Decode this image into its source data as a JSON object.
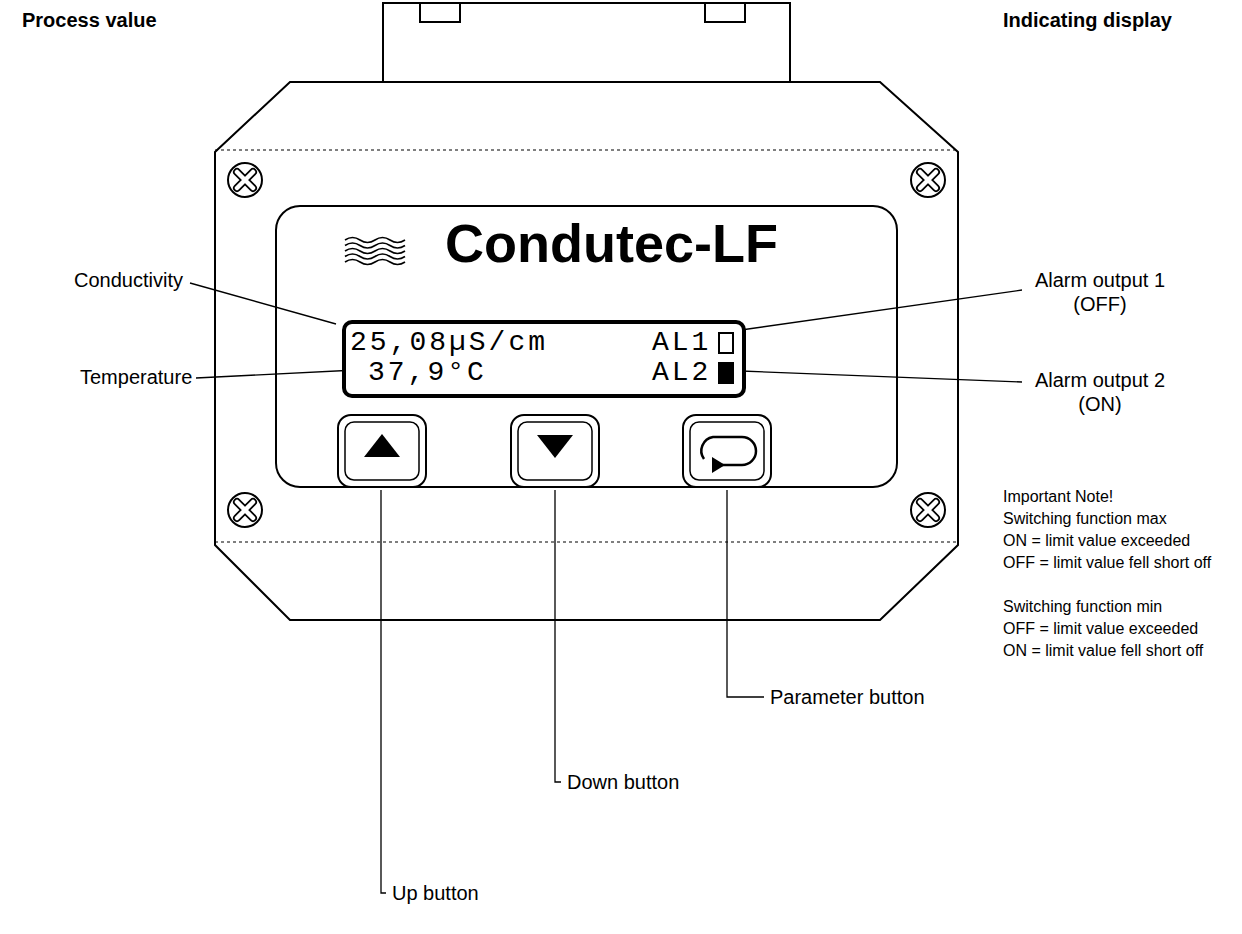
{
  "diagram": {
    "nodes": [
      {
        "text": [
          "Condutec-LF"
        ]
      },
      {
        "text": [
          "25,08µS/cm",
          "AL1",
          "37,9°C",
          "AL2"
        ],
        "in": 0
      }
    ],
    "labels": [
      "Process value",
      "Indicating display",
      "Conductivity",
      "Temperature",
      "Alarm output 1 (OFF)",
      "Alarm output 2 (ON)",
      "Important Note!",
      "Switching function max",
      "ON = limit value exceeded",
      "OFF = limit value fell short off",
      "Switching function min",
      "OFF = limit value exceeded",
      "ON = limit value fell short off",
      "Parameter button",
      "Down button",
      "Up button"
    ]
  }
}
